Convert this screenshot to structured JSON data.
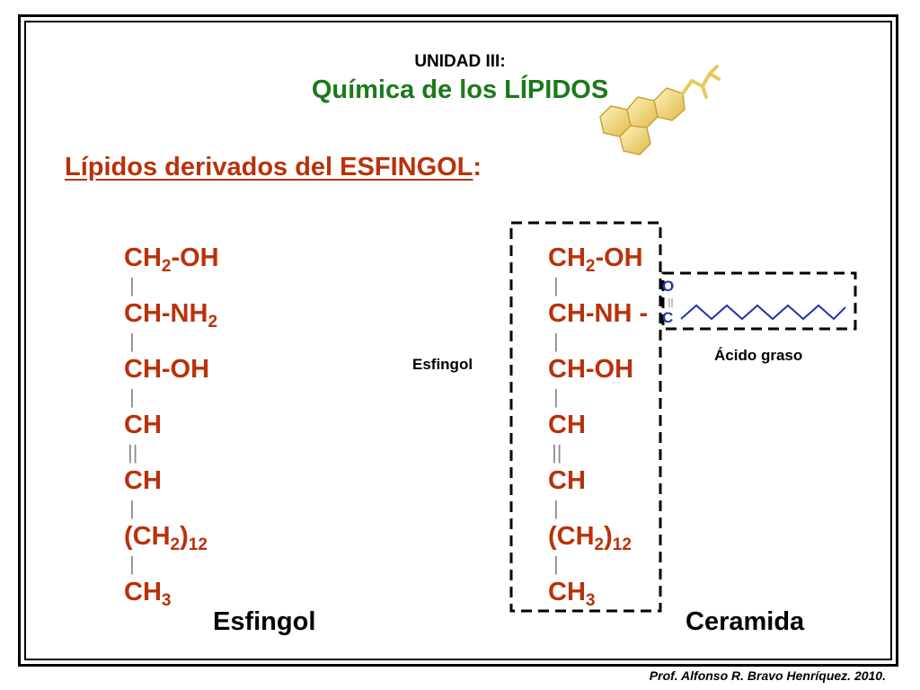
{
  "header": {
    "unit": "UNIDAD III:",
    "title": "Química de los LÍPIDOS"
  },
  "heading": {
    "underlined": "Lípidos derivados del ESFINGOL",
    "colon": ":"
  },
  "esfingol_chain": {
    "rows": [
      {
        "main": "CH",
        "sub": "2",
        "tail": "-OH"
      },
      {
        "main": "CH-NH",
        "sub": "2",
        "tail": ""
      },
      {
        "main": "CH-OH",
        "sub": "",
        "tail": ""
      },
      {
        "main": "CH",
        "sub": "",
        "tail": ""
      },
      {
        "main": "CH",
        "sub": "",
        "tail": ""
      },
      {
        "main": "(CH",
        "sub": "2",
        "tail": ")",
        "sub2": "12"
      },
      {
        "main": "CH",
        "sub": "3",
        "tail": ""
      }
    ],
    "label": "Esfingol"
  },
  "ceramida_chain": {
    "rows": [
      {
        "main": "CH",
        "sub": "2",
        "tail": "-OH"
      },
      {
        "main": "CH-NH",
        "sub": "",
        "tail": " -"
      },
      {
        "main": "CH-OH",
        "sub": "",
        "tail": ""
      },
      {
        "main": "CH",
        "sub": "",
        "tail": ""
      },
      {
        "main": "CH",
        "sub": "",
        "tail": ""
      },
      {
        "main": "(CH",
        "sub": "2",
        "tail": ")",
        "sub2": "12"
      },
      {
        "main": "CH",
        "sub": "3",
        "tail": ""
      }
    ],
    "label": "Ceramida"
  },
  "bonds": [
    "|",
    "|",
    "|",
    "||",
    "|",
    "|"
  ],
  "annotations": {
    "esfingol_box_label": "Esfingol",
    "acid_box_label": "Ácido graso",
    "oxygen": "O",
    "carbon": "C"
  },
  "footer": "Prof. Alfonso R. Bravo Henríquez. 2010.",
  "colors": {
    "title_green": "#1a7a1a",
    "formula_red": "#b8320a",
    "carbonyl_blue": "#1f35a8",
    "steroid_gold": "#f2d77a"
  }
}
